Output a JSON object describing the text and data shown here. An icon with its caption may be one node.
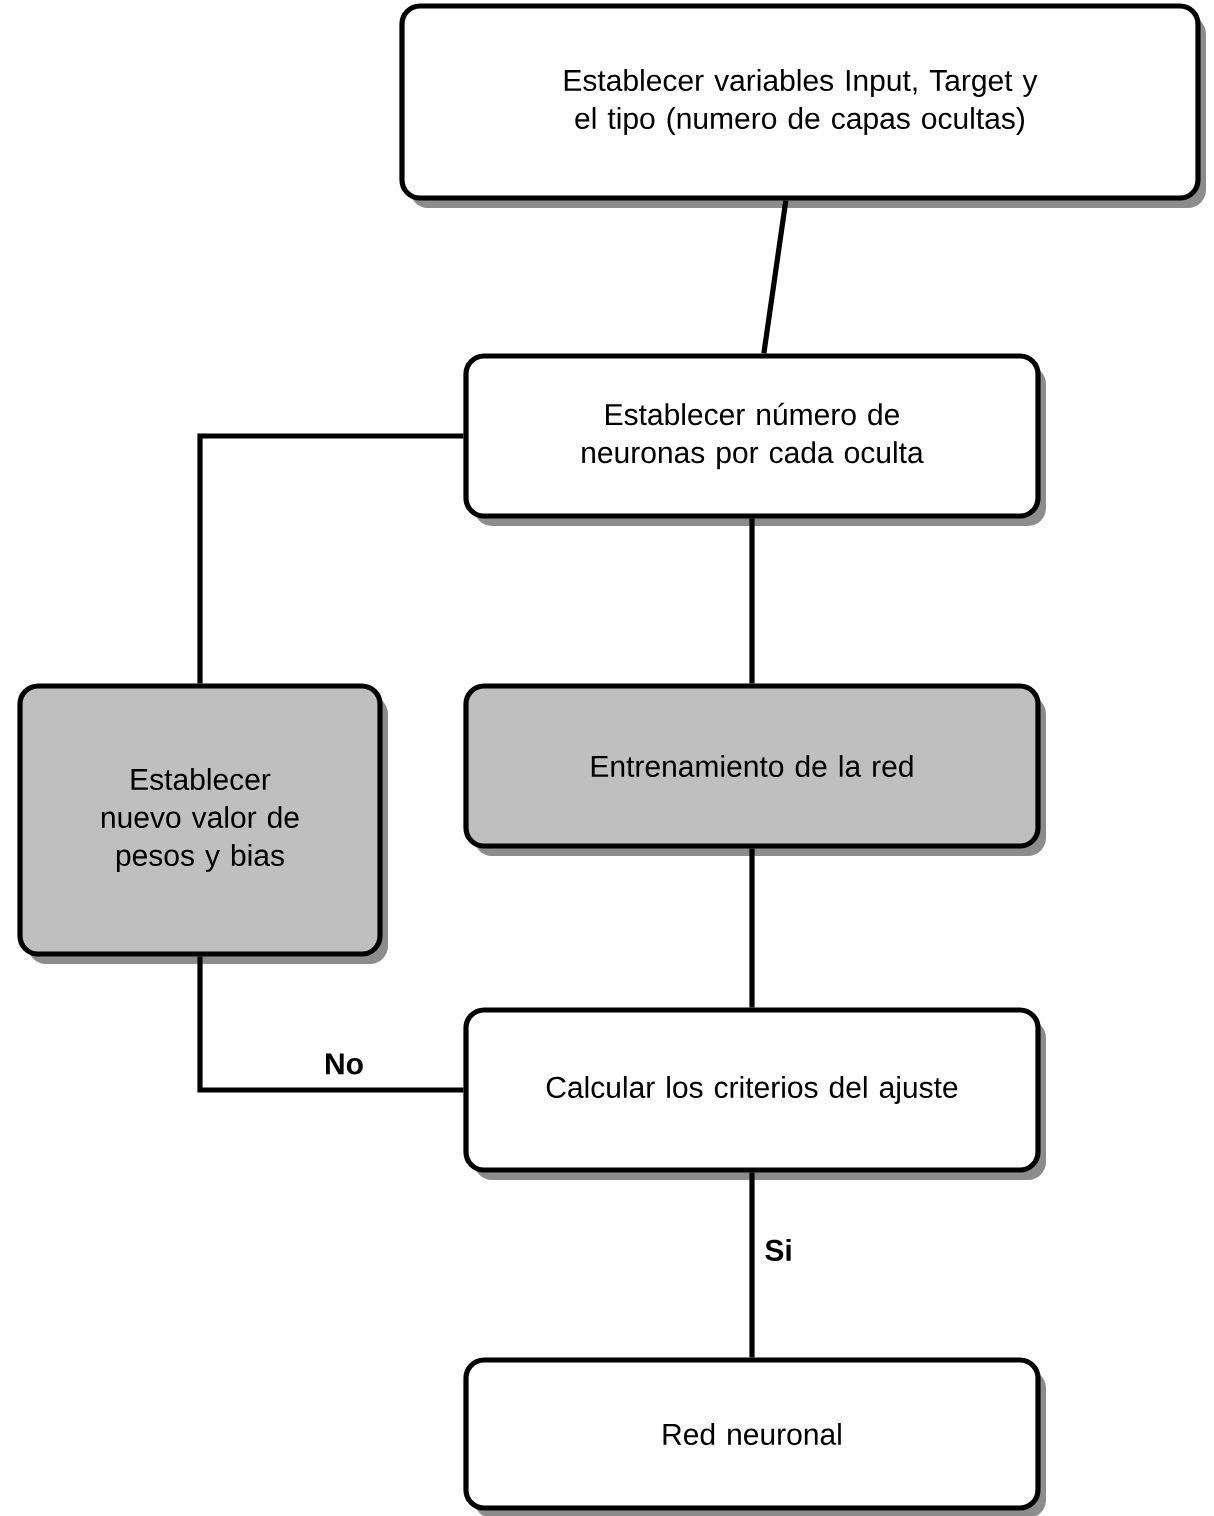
{
  "diagram": {
    "nodes": [
      {
        "text": [
          "Establecer variables Input, Target y el tipo (numero de capas ocultas)"
        ]
      },
      {
        "text": [
          "Establecer número de neuronas por cada oculta"
        ]
      },
      {
        "text": [
          "Entrenamiento de la red"
        ]
      },
      {
        "text": [
          "Establecer nuevo valor de pesos y bias"
        ]
      },
      {
        "text": [
          "Calcular los criterios del ajuste"
        ]
      },
      {
        "text": [
          "Red neuronal"
        ]
      }
    ],
    "edges": [
      {
        "from": 0,
        "to": 1,
        "arrow": "none"
      },
      {
        "from": 1,
        "to": 2,
        "arrow": "none"
      },
      {
        "from": 2,
        "to": 4,
        "arrow": "none"
      },
      {
        "from": 4,
        "to": 5,
        "arrow": "none",
        "label": "Si"
      },
      {
        "from": 4,
        "to": 3,
        "arrow": "none",
        "label": "No"
      },
      {
        "from": 3,
        "to": 1,
        "arrow": "none"
      }
    ]
  }
}
